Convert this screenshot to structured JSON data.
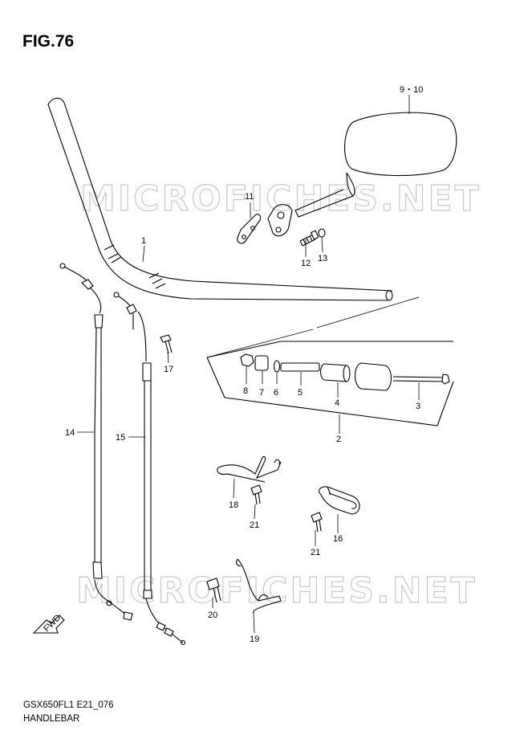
{
  "figure": {
    "title": "FIG.76"
  },
  "footer": {
    "model_code": "GSX650FL1 E21_076",
    "section_name": "HANDLEBAR"
  },
  "watermark": "MICROFICHES.NET",
  "fwd_label": "FWD",
  "callouts": {
    "c1": "1",
    "c2": "2",
    "c3": "3",
    "c4": "4",
    "c5": "5",
    "c6": "6",
    "c7": "7",
    "c8": "8",
    "c9_10": "9・10",
    "c11": "11",
    "c12": "12",
    "c13": "13",
    "c14": "14",
    "c15": "15",
    "c16": "16",
    "c17": "17",
    "c18": "18",
    "c19": "19",
    "c20": "20",
    "c21a": "21",
    "c21b": "21"
  }
}
